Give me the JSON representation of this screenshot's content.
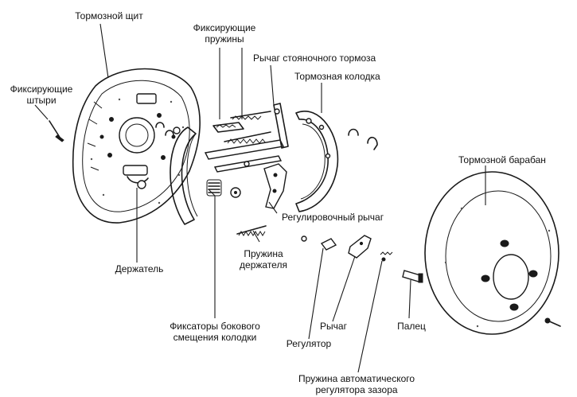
{
  "labels": {
    "brake_shield": "Тормозной щит",
    "fixing_springs": [
      "Фиксирующие",
      "пружины"
    ],
    "parking_lever": "Рычаг стояночного  тормоза",
    "brake_shoe": "Тормозная колодка",
    "fixing_pins": [
      "Фиксирующие",
      "штыри"
    ],
    "brake_drum": "Тормозной барабан",
    "adjusting_lever": "Регулировочный рычаг",
    "holder_spring": [
      "Пружина",
      "держателя"
    ],
    "holder": "Держатель",
    "shoe_side_retainers": [
      "Фиксаторы бокового",
      "смещения колодки"
    ],
    "lever": "Рычаг",
    "regulator": "Регулятор",
    "pin": "Палец",
    "auto_adjuster_spring": [
      "Пружина автоматического",
      "регулятора зазора"
    ]
  }
}
